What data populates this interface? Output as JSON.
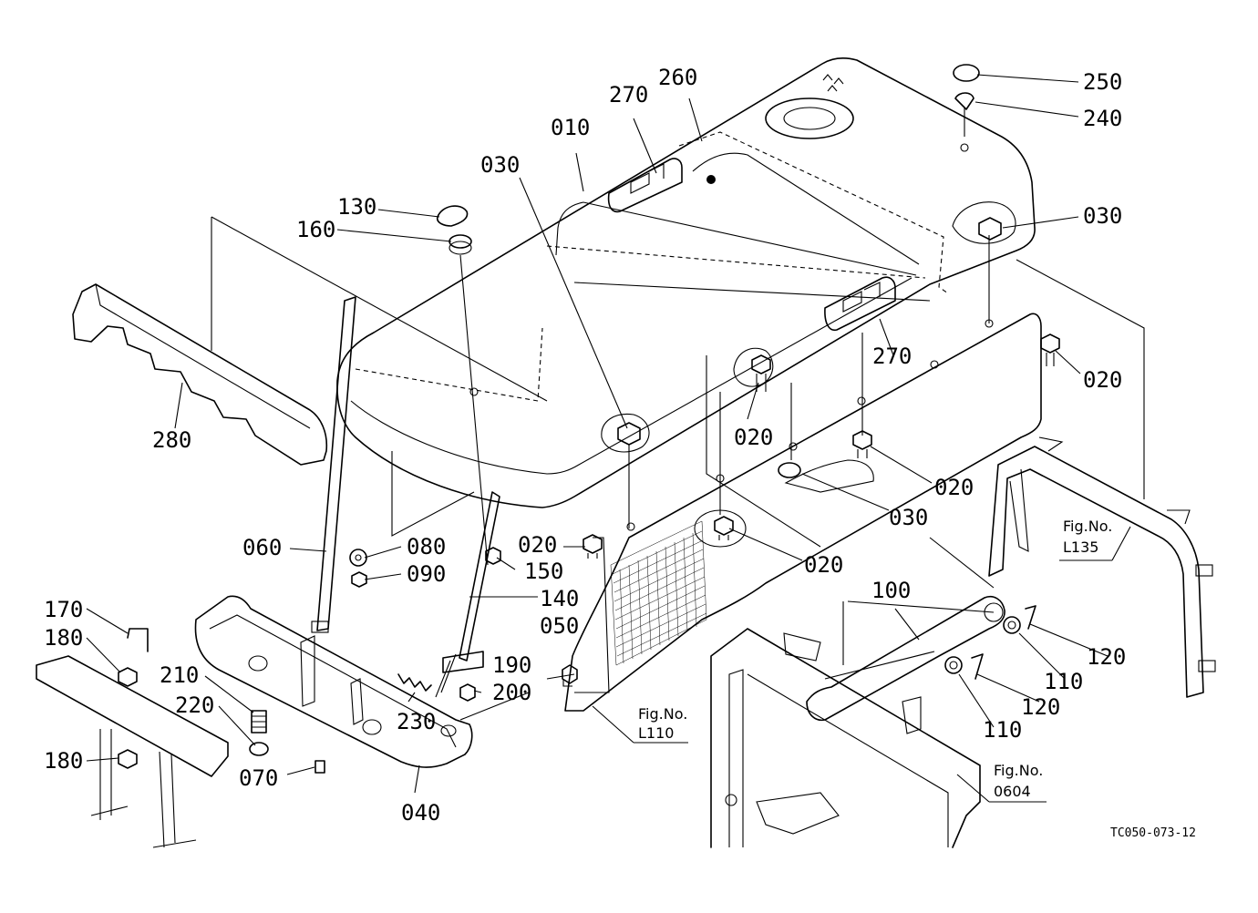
{
  "labels": {
    "p010": "010",
    "p020": "020",
    "p030": "030",
    "p040": "040",
    "p050": "050",
    "p060": "060",
    "p070": "070",
    "p080": "080",
    "p090": "090",
    "p100": "100",
    "p110": "110",
    "p120": "120",
    "p130": "130",
    "p140": "140",
    "p150": "150",
    "p160": "160",
    "p170": "170",
    "p180": "180",
    "p190": "190",
    "p200": "200",
    "p210": "210",
    "p220": "220",
    "p230": "230",
    "p240": "240",
    "p250": "250",
    "p260": "260",
    "p270": "270",
    "p280": "280"
  },
  "refs": {
    "fig_prefix": "Fig.No.",
    "l110": "L110",
    "l135": "L135",
    "n0604": "0604"
  },
  "drawing_code": "TC050-073-12"
}
